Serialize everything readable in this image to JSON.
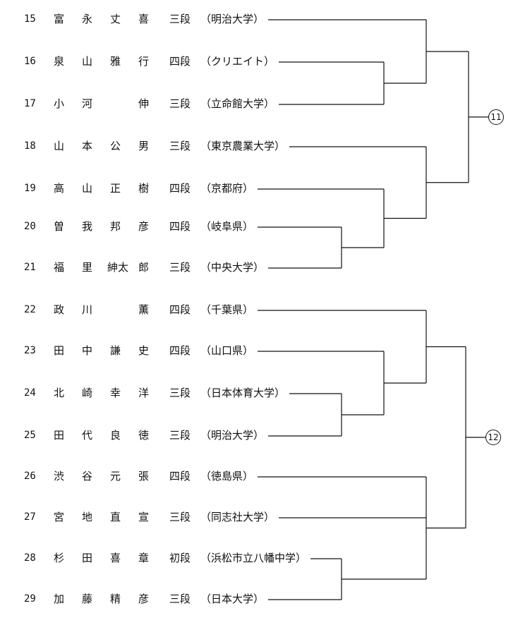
{
  "players": [
    {
      "no": "15",
      "name": [
        "富",
        "永",
        "丈",
        "喜"
      ],
      "rank": "三段",
      "team": "（明治大学）"
    },
    {
      "no": "16",
      "name": [
        "泉",
        "山",
        "雅",
        "行"
      ],
      "rank": "四段",
      "team": "（クリエイト）"
    },
    {
      "no": "17",
      "name": [
        "小",
        "河",
        "",
        "伸"
      ],
      "rank": "三段",
      "team": "（立命館大学）"
    },
    {
      "no": "18",
      "name": [
        "山",
        "本",
        "公",
        "男"
      ],
      "rank": "三段",
      "team": "（東京農業大学）"
    },
    {
      "no": "19",
      "name": [
        "高",
        "山",
        "正",
        "樹"
      ],
      "rank": "四段",
      "team": "（京都府）"
    },
    {
      "no": "20",
      "name": [
        "曽",
        "我",
        "邦",
        "彦"
      ],
      "rank": "四段",
      "team": "（岐阜県）"
    },
    {
      "no": "21",
      "name": [
        "福",
        "里",
        "紳太",
        "郎"
      ],
      "rank": "三段",
      "team": "（中央大学）"
    },
    {
      "no": "22",
      "name": [
        "政",
        "川",
        "",
        "薫"
      ],
      "rank": "四段",
      "team": "（千葉県）"
    },
    {
      "no": "23",
      "name": [
        "田",
        "中",
        "謙",
        "史"
      ],
      "rank": "四段",
      "team": "（山口県）"
    },
    {
      "no": "24",
      "name": [
        "北",
        "崎",
        "幸",
        "洋"
      ],
      "rank": "三段",
      "team": "（日本体育大学）"
    },
    {
      "no": "25",
      "name": [
        "田",
        "代",
        "良",
        "徳"
      ],
      "rank": "三段",
      "team": "（明治大学）"
    },
    {
      "no": "26",
      "name": [
        "渋",
        "谷",
        "元",
        "張"
      ],
      "rank": "四段",
      "team": "（徳島県）"
    },
    {
      "no": "27",
      "name": [
        "宮",
        "地",
        "直",
        "宣"
      ],
      "rank": "三段",
      "team": "（同志社大学）"
    },
    {
      "no": "28",
      "name": [
        "杉",
        "田",
        "喜",
        "章"
      ],
      "rank": "初段",
      "team": "（浜松市立八幡中学）"
    },
    {
      "no": "29",
      "name": [
        "加",
        "藤",
        "精",
        "彦"
      ],
      "rank": "三段",
      "team": "（日本大学）"
    }
  ],
  "seeds": [
    "11",
    "12"
  ]
}
